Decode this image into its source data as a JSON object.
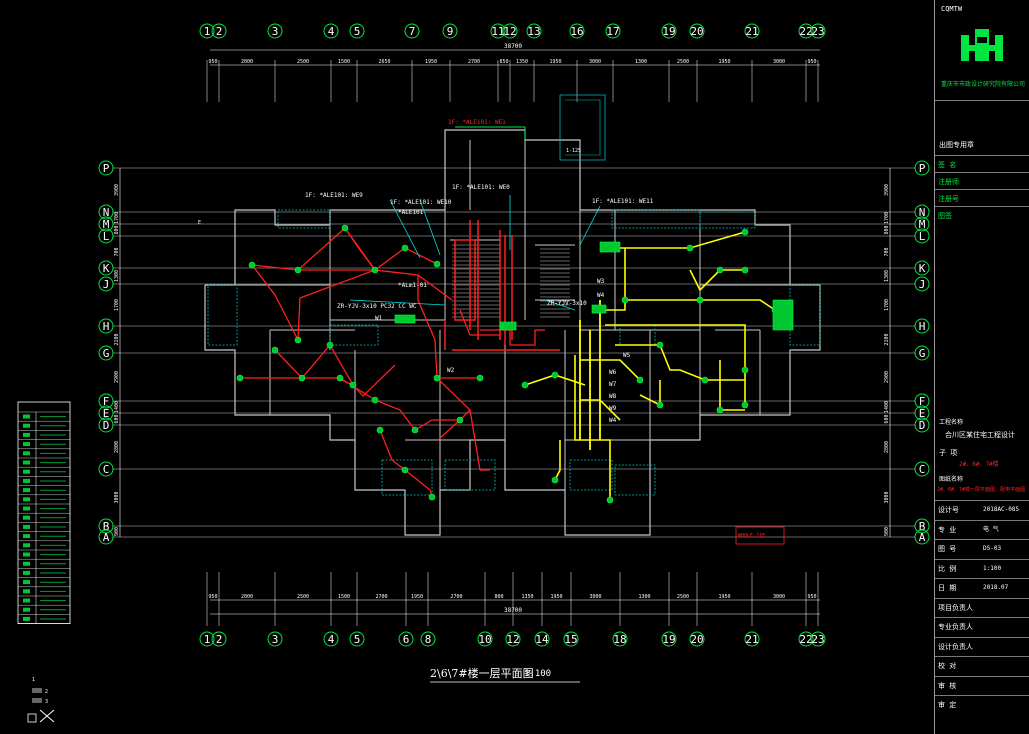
{
  "drawing": {
    "title": "2\\6\\7#楼一层平面图",
    "scale": "1:100",
    "top_axes": [
      "1",
      "2",
      "3",
      "4",
      "5",
      "7",
      "9",
      "11",
      "12",
      "13",
      "16",
      "17",
      "19",
      "20",
      "21",
      "22",
      "23"
    ],
    "bottom_axes": [
      "1",
      "2",
      "3",
      "4",
      "5",
      "6",
      "8",
      "10",
      "12",
      "14",
      "15",
      "18",
      "19",
      "20",
      "21",
      "22",
      "23"
    ],
    "left_axes": [
      "P",
      "N",
      "M",
      "L",
      "K",
      "J",
      "H",
      "G",
      "F",
      "E",
      "D",
      "C",
      "B",
      "A"
    ],
    "top_total": "38700",
    "bottom_total": "38700",
    "top_dims": [
      "950",
      "2000",
      "2500",
      "1500",
      "2650",
      "1950",
      "2700",
      "850",
      "1350",
      "1950",
      "3000",
      "1300",
      "2500",
      "1950",
      "3000",
      "950"
    ],
    "bottom_dims": [
      "950",
      "2000",
      "2500",
      "1500",
      "2700",
      "1950",
      "2700",
      "800",
      "1350",
      "1950",
      "3000",
      "1300",
      "2500",
      "1950",
      "3000",
      "950"
    ],
    "left_dims": [
      "3900",
      "1700",
      "800",
      "700",
      "1300",
      "1700",
      "2100",
      "2900",
      "1400",
      "600",
      "2800",
      "3000",
      "900"
    ],
    "labels": {
      "ale_top": "1F: *ALE101: WE1",
      "ale_we9": "1F: *ALE101: WE9",
      "ale_we10": "1F: *ALE101: WE10",
      "ale_we0": "1F: *ALE101: WE0",
      "ale_we11": "1F: *ALE101: WE11",
      "ale101": "*ALE101",
      "alm": "*ALm1-01",
      "cable_left": "ZR-YJV-3x10 PC32 CC WC",
      "cable_right": "ZR-YJV-3x10",
      "w_labels": [
        "W1",
        "W2",
        "W3",
        "W4",
        "W5",
        "W6",
        "W7",
        "W8",
        "W9",
        "W4"
      ],
      "note_red": "WHOLE JIE",
      "note_e": "E",
      "box_wall": "1-125"
    },
    "legend": {
      "title": "",
      "rows": 23,
      "note1": "1",
      "note2": "2",
      "note3": "3"
    }
  },
  "title_block": {
    "company_en": "CQMTW",
    "company_cn": "重庆市市政设计研究院有限公司",
    "stamp_label": "出图专用章",
    "rows": [
      {
        "label": "签 名",
        "value": ""
      },
      {
        "label": "注册师",
        "value": ""
      },
      {
        "label": "注册号",
        "value": ""
      },
      {
        "label": "图签",
        "value": ""
      }
    ],
    "project_label": "工程名称",
    "project_value": "合川区某住宅工程设计",
    "sub_label": "子 项",
    "sub_value": "2#、6#、7#楼",
    "drawing_name_label": "图纸名称",
    "drawing_name": "2#、6#、7#楼一层平面图、配电平面图",
    "fields": [
      {
        "label": "设计号",
        "value": "2018AC-085"
      },
      {
        "label": "专 业",
        "value": "电 气"
      },
      {
        "label": "图 号",
        "value": "DS-03"
      },
      {
        "label": "比 例",
        "value": "1:100"
      },
      {
        "label": "日 期",
        "value": "2018.07"
      },
      {
        "label": "项目负责人",
        "value": ""
      },
      {
        "label": "专业负责人",
        "value": ""
      },
      {
        "label": "设计负责人",
        "value": ""
      },
      {
        "label": "校 对",
        "value": ""
      },
      {
        "label": "审 核",
        "value": ""
      },
      {
        "label": "审 定",
        "value": ""
      }
    ]
  },
  "colors": {
    "wall": "#c8c8c8",
    "axis": "#00e640",
    "red_wire": "#ff2020",
    "yellow_wire": "#ffff00",
    "hatch": "#00bfbf",
    "dim": "#ffffff"
  }
}
